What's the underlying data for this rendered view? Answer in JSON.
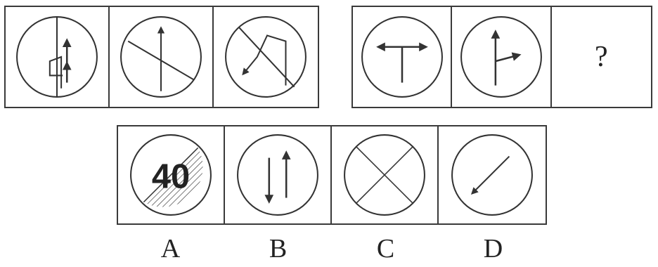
{
  "puzzle": {
    "question_mark": "?",
    "options": [
      {
        "label": "A",
        "sign_text": "40"
      },
      {
        "label": "B"
      },
      {
        "label": "C"
      },
      {
        "label": "D"
      }
    ]
  },
  "colors": {
    "ink": "#333333",
    "background": "#ffffff"
  },
  "icons": [
    "no-overtaking-sign-icon",
    "end-of-restriction-sign-icon",
    "no-u-turn-sign-icon",
    "t-junction-sign-icon",
    "straight-or-right-sign-icon",
    "speed-limit-end-40-sign-icon",
    "two-way-traffic-sign-icon",
    "no-stopping-sign-icon",
    "diagonal-arrow-sign-icon"
  ]
}
